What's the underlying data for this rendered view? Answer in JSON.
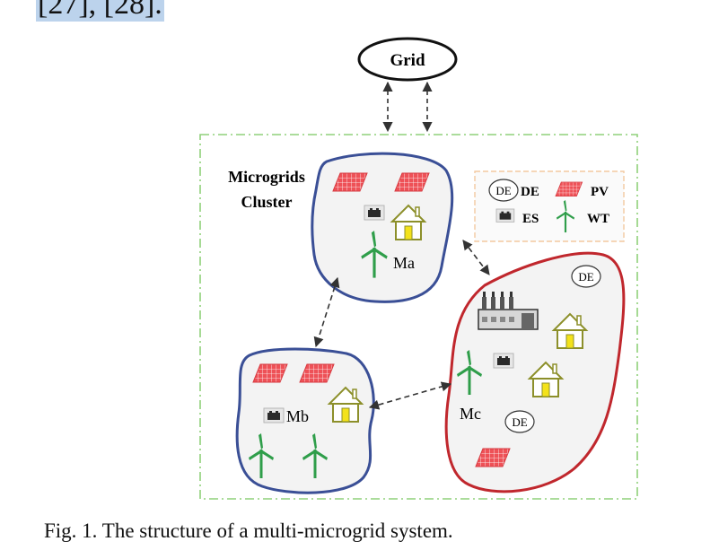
{
  "previous_text_tail": "[27], [28].",
  "figure": {
    "grid_label": "Grid",
    "cluster_label_line1": "Microgrids",
    "cluster_label_line2": "Cluster",
    "legend": {
      "de": "DE",
      "pv": "PV",
      "es": "ES",
      "wt": "WT"
    },
    "icon_de_text": "DE",
    "microgrids": {
      "a": "Ma",
      "b": "Mb",
      "c": "Mc"
    },
    "colors": {
      "ma_outline": "#3a4f96",
      "mb_outline": "#3a4f96",
      "mc_outline": "#c0272d",
      "cluster_border": "#8fd07a",
      "legend_border": "#f3c9a0",
      "pv": "#e8454b",
      "wt": "#2f9e4a",
      "house": "#c9b817"
    }
  },
  "caption": "Fig. 1.  The structure of a multi-microgrid system."
}
